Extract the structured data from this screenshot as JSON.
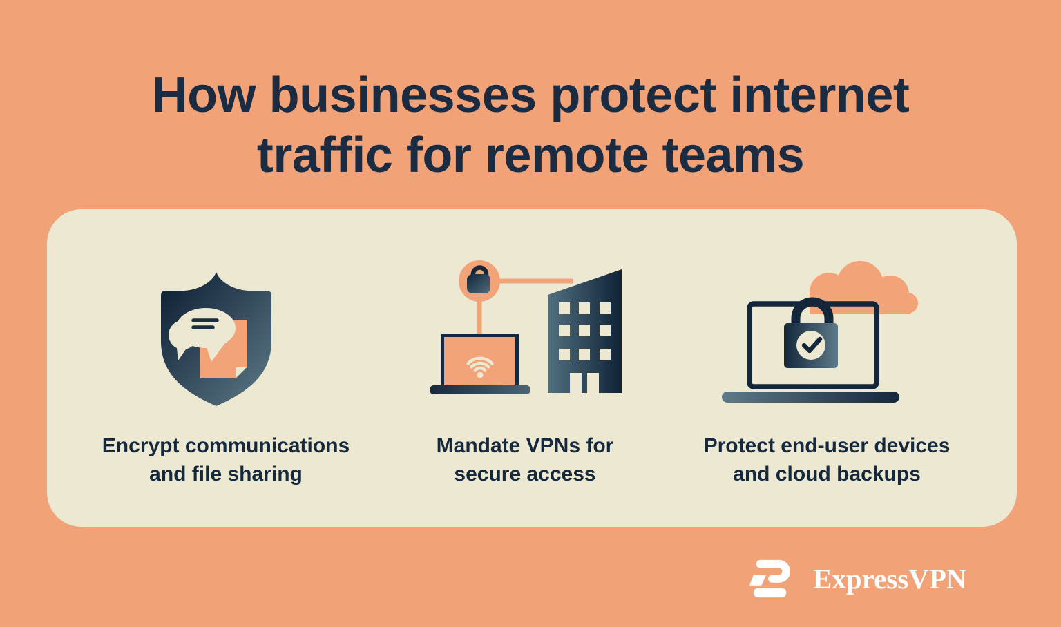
{
  "title": {
    "line1": "How businesses protect internet",
    "line2": "traffic for remote teams"
  },
  "panel": {
    "items": [
      {
        "icon": "shield-chat-document-icon",
        "line1": "Encrypt communications",
        "line2": "and file sharing"
      },
      {
        "icon": "laptop-vpn-building-icon",
        "line1": "Mandate VPNs for",
        "line2": "secure access"
      },
      {
        "icon": "laptop-lock-cloud-icon",
        "line1": "Protect end-user devices",
        "line2": "and cloud backups"
      }
    ]
  },
  "footer": {
    "brand": "ExpressVPN"
  },
  "colors": {
    "background": "#F1A276",
    "panel": "#EDE8D2",
    "navy": "#16293C",
    "slate": "#5E7A88",
    "accent_orange": "#F2A377",
    "title_text": "#1A2B42",
    "caption_text": "#16293C",
    "logo_white": "#FFFFFF"
  }
}
